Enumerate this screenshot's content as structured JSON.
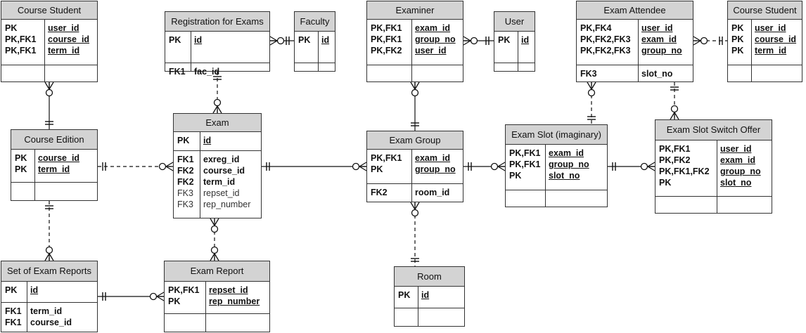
{
  "entities": [
    {
      "id": "course-student-left",
      "title": "Course Student",
      "pk": [
        {
          "k": "PK",
          "f": "user_id"
        },
        {
          "k": "PK,FK1",
          "f": "course_id"
        },
        {
          "k": "PK,FK1",
          "f": "term_id"
        }
      ],
      "attrs": []
    },
    {
      "id": "registration-for-exams",
      "title": "Registration for Exams",
      "pk": [
        {
          "k": "PK",
          "f": "id"
        }
      ],
      "attrs": [
        {
          "k": "FK1",
          "f": "fac_id",
          "bold": true
        }
      ]
    },
    {
      "id": "faculty",
      "title": "Faculty",
      "pk": [
        {
          "k": "PK",
          "f": "id"
        }
      ],
      "attrs": []
    },
    {
      "id": "examiner",
      "title": "Examiner",
      "pk": [
        {
          "k": "PK,FK1",
          "f": "exam_id"
        },
        {
          "k": "PK,FK1",
          "f": "group_no"
        },
        {
          "k": "PK,FK2",
          "f": "user_id"
        }
      ],
      "attrs": []
    },
    {
      "id": "user",
      "title": "User",
      "pk": [
        {
          "k": "PK",
          "f": "id"
        }
      ],
      "attrs": []
    },
    {
      "id": "exam-attendee",
      "title": "Exam Attendee",
      "pk": [
        {
          "k": "PK,FK4",
          "f": "user_id"
        },
        {
          "k": "PK,FK2,FK3",
          "f": "exam_id"
        },
        {
          "k": "PK,FK2,FK3",
          "f": "group_no"
        }
      ],
      "attrs": [
        {
          "k": "FK3",
          "f": "slot_no",
          "bold": true
        }
      ]
    },
    {
      "id": "course-student-right",
      "title": "Course Student",
      "pk": [
        {
          "k": "PK",
          "f": "user_id"
        },
        {
          "k": "PK",
          "f": "course_id"
        },
        {
          "k": "PK",
          "f": "term_id"
        }
      ],
      "attrs": []
    },
    {
      "id": "course-edition",
      "title": "Course Edition",
      "pk": [
        {
          "k": "PK",
          "f": "course_id"
        },
        {
          "k": "PK",
          "f": "term_id"
        }
      ],
      "attrs": []
    },
    {
      "id": "exam",
      "title": "Exam",
      "pk": [
        {
          "k": "PK",
          "f": "id"
        }
      ],
      "attrs": [
        {
          "k": "FK1",
          "f": "exreg_id",
          "bold": true
        },
        {
          "k": "FK2",
          "f": "course_id",
          "bold": true
        },
        {
          "k": "FK2",
          "f": "term_id",
          "bold": true
        },
        {
          "k": "FK3",
          "f": "repset_id",
          "bold": false
        },
        {
          "k": "FK3",
          "f": "rep_number",
          "bold": false
        }
      ]
    },
    {
      "id": "exam-group",
      "title": "Exam Group",
      "pk": [
        {
          "k": "PK,FK1",
          "f": "exam_id"
        },
        {
          "k": "PK",
          "f": "group_no"
        }
      ],
      "attrs": [
        {
          "k": "FK2",
          "f": "room_id",
          "bold": true
        }
      ]
    },
    {
      "id": "exam-slot",
      "title": "Exam Slot (imaginary)",
      "pk": [
        {
          "k": "PK,FK1",
          "f": "exam_id"
        },
        {
          "k": "PK,FK1",
          "f": "group_no"
        },
        {
          "k": "PK",
          "f": "slot_no"
        }
      ],
      "attrs": []
    },
    {
      "id": "exam-slot-switch-offer",
      "title": "Exam Slot Switch Offer",
      "pk": [
        {
          "k": "PK,FK1",
          "f": "user_id"
        },
        {
          "k": "PK,FK2",
          "f": "exam_id"
        },
        {
          "k": "PK,FK1,FK2",
          "f": "group_no"
        },
        {
          "k": "PK",
          "f": "slot_no"
        }
      ],
      "attrs": []
    },
    {
      "id": "set-of-exam-reports",
      "title": "Set of Exam Reports",
      "pk": [
        {
          "k": "PK",
          "f": "id"
        }
      ],
      "attrs": [
        {
          "k": "FK1",
          "f": "term_id",
          "bold": true
        },
        {
          "k": "FK1",
          "f": "course_id",
          "bold": true
        }
      ]
    },
    {
      "id": "exam-report",
      "title": "Exam Report",
      "pk": [
        {
          "k": "PK,FK1",
          "f": "repset_id"
        },
        {
          "k": "PK",
          "f": "rep_number"
        }
      ],
      "attrs": []
    },
    {
      "id": "room",
      "title": "Room",
      "pk": [
        {
          "k": "PK",
          "f": "id"
        }
      ],
      "attrs": []
    }
  ],
  "relationships": [
    {
      "from": "course-student-left",
      "to": "course-edition",
      "style": "solid"
    },
    {
      "from": "registration-for-exams",
      "to": "faculty",
      "style": "solid"
    },
    {
      "from": "registration-for-exams",
      "to": "exam",
      "style": "dashed"
    },
    {
      "from": "examiner",
      "to": "user",
      "style": "solid"
    },
    {
      "from": "examiner",
      "to": "exam-group",
      "style": "solid"
    },
    {
      "from": "exam-attendee",
      "to": "course-student-right",
      "style": "dashed"
    },
    {
      "from": "exam-attendee",
      "to": "exam-slot",
      "style": "dashed"
    },
    {
      "from": "exam-attendee",
      "to": "exam-slot-switch-offer",
      "style": "dashed"
    },
    {
      "from": "course-edition",
      "to": "exam",
      "style": "dashed"
    },
    {
      "from": "exam",
      "to": "exam-group",
      "style": "solid"
    },
    {
      "from": "exam-group",
      "to": "exam-slot",
      "style": "solid"
    },
    {
      "from": "exam-slot",
      "to": "exam-slot-switch-offer",
      "style": "solid"
    },
    {
      "from": "course-edition",
      "to": "set-of-exam-reports",
      "style": "dashed"
    },
    {
      "from": "exam",
      "to": "exam-report",
      "style": "dashed"
    },
    {
      "from": "set-of-exam-reports",
      "to": "exam-report",
      "style": "solid"
    },
    {
      "from": "exam-group",
      "to": "room",
      "style": "dashed"
    }
  ]
}
